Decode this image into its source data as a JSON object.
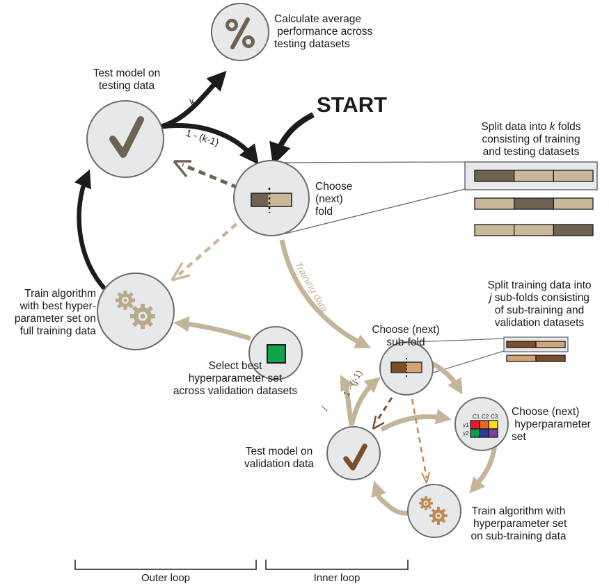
{
  "title": "Nested cross-validation workflow",
  "start_label": "START",
  "colors": {
    "node_fill": "#e7e8ea",
    "node_stroke": "#6b6b6b",
    "outer_arrow": "#1c1c1c",
    "inner_arrow": "#c4b59a",
    "outer_dark": "#6e6253",
    "outer_light": "#c9b89a",
    "inner_dark": "#7a4f2a",
    "inner_light": "#d4a574",
    "gear_outer": "#b8a989",
    "gear_inner": "#c08a4e",
    "check_outer": "#6e6253",
    "check_inner": "#7a4f2a",
    "select_green": "#12a34a"
  },
  "nodes": {
    "average": {
      "label": "Calculate average\n performance across\ntesting datasets",
      "icon": "percent-icon"
    },
    "test_outer": {
      "label": "Test model on\ntesting data",
      "icon": "checkmark-icon"
    },
    "choose_fold": {
      "label": "Choose\n(next)\nfold",
      "icon": "fold-bar-icon"
    },
    "train_outer": {
      "label": "Train algorithm\nwith best hyper-\nparameter set on\nfull training data",
      "icon": "gears-icon"
    },
    "select_best": {
      "label": "Select best\nhyperparameter set\nacross validation datasets",
      "icon": "green-square-icon"
    },
    "choose_subfold": {
      "label": "Choose (next)\nsub-fold",
      "icon": "subfold-bar-icon"
    },
    "choose_hyper": {
      "label": "Choose (next)\n hyperparameter\nset",
      "icon": "hyperparameter-grid-icon"
    },
    "test_inner": {
      "label": "Test model on\nvalidation data",
      "icon": "checkmark-icon"
    },
    "train_inner": {
      "label": "Train algorithm with\n hyperparameter set\non sub-training data",
      "icon": "gears-icon"
    }
  },
  "callouts": {
    "outer_split": {
      "label_pre": "Split data into ",
      "label_var": "k",
      "label_post": " folds\nconsisting of training\nand testing datasets",
      "folds": 3
    },
    "inner_split": {
      "label_line1": "Split training data into",
      "label_var": "j",
      "label_line2": " sub-folds consisting\nof sub-training and\nvalidation datasets",
      "folds": 2
    }
  },
  "edge_labels": {
    "k": "k",
    "one_minus_k": "1 - (k-1)",
    "training_data": "Training data",
    "j": "j",
    "one_minus_j": "1 - (j-1)"
  },
  "hyper_grid": {
    "cols": [
      "C1",
      "C2",
      "C3"
    ],
    "rows": [
      "γ1",
      "γ2"
    ],
    "cells": [
      [
        "#e8192c",
        "#f26522",
        "#ffde17"
      ],
      [
        "#0d9e48",
        "#2b3d9b",
        "#7b3f98"
      ]
    ]
  },
  "brackets": {
    "outer": "Outer loop",
    "inner": "Inner loop"
  }
}
